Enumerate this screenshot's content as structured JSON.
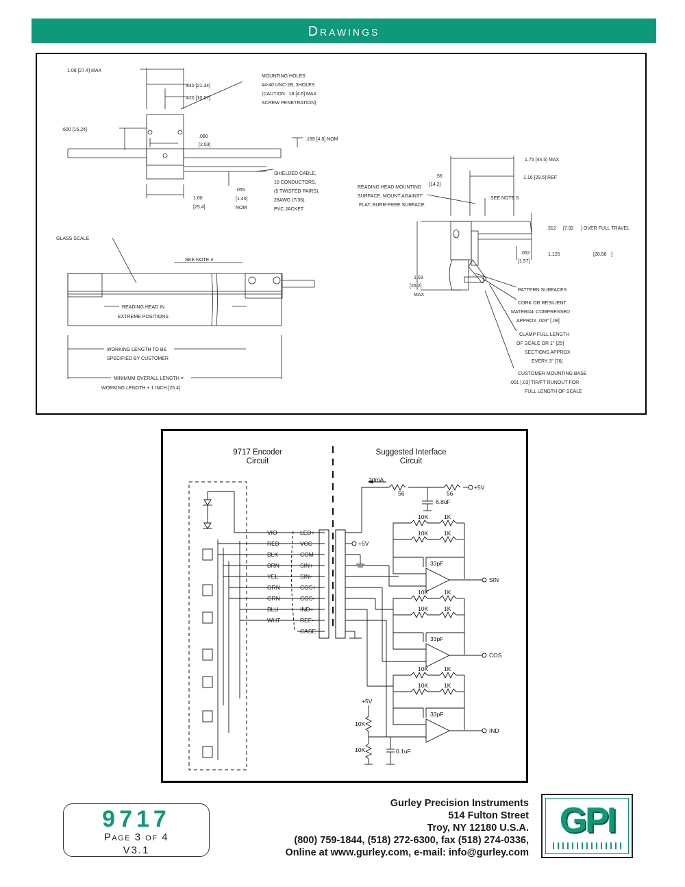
{
  "header": {
    "title": "Drawings"
  },
  "top_drawing": {
    "dim_108": "1.08 [27.4] MAX",
    "dim_840": ".840 [21.34]",
    "dim_420": ".420 [10.67]",
    "mount_1": "MOUNTING HOLES",
    "mount_2": "#4-40 UNC-2B, 3HOLES",
    "mount_3": "(CAUTION: .18 [4.6] MAX",
    "mount_4": "SCREW PENETRATION)",
    "dim_600": ".600 [15.24]",
    "dim_080a": ".080",
    "dim_080b": "[2.03]",
    "dim_189": ".189 [4.8] NOM",
    "cable_1": "SHIELDED CABLE,",
    "cable_2": "10 CONDUCTORS,",
    "cable_3": "(5 TWISTED PAIRS),",
    "cable_4": "28AWG (7/36),",
    "cable_5": "PVC JACKET",
    "dim_055a": ".055",
    "dim_055b": "[1.40]",
    "dim_055c": "NOM",
    "dim_100a": "1.00",
    "dim_100b": "[25.4]",
    "glass_scale": "GLASS SCALE",
    "see_note_4": "SEE NOTE 4",
    "head_1": "READING HEAD IN",
    "head_2": "EXTREME POSITIONS",
    "work_1": "WORKING LENGTH TO BE",
    "work_2": "SPECIFIED BY CUSTOMER",
    "min_1": "MINIMUM OVERALL LENGTH =",
    "min_2": "WORKING LENGTH + 1 INCH [25.4]",
    "dim_175": "1.75 [44.5] MAX",
    "dim_56a": ".56",
    "dim_56b": "[14.2]",
    "dim_116": "1.16 [29.5] REF",
    "mountsurf_1": "READING HEAD MOUNTING",
    "mountsurf_2": "SURFACE. MOUNT AGAINST",
    "mountsurf_3": "FLAT, BURR-FREE SURFACE.",
    "see_note_5": "SEE NOTE 5",
    "dim_312": ".312",
    "dim_312_b": "[7.92",
    "dim_312_c": "] OVER FULL TRAVEL",
    "dim_062a": ".062",
    "dim_062b": "[1.57]",
    "dim_1125": "1.125",
    "dim_1125_b": "[28.58",
    "dim_1125_c": "]",
    "dim_103a": "1.03",
    "dim_103b": "[26.2]",
    "dim_103c": "MAX",
    "pattern": "PATTERN SURFACES",
    "cork_1": "CORK OR RESILIENT",
    "cork_2": "MATERIAL COMPRESSED",
    "cork_3": "APPROX .003\" [.08]",
    "clamp_1": "CLAMP FULL LENGTH",
    "clamp_2": "OF SCALE OR 1\" [25]",
    "clamp_3": "SECTIONS APPROX",
    "clamp_4": "EVERY 3\" [76]",
    "base_1": "CUSTOMER MOUNTING BASE",
    "base_2": ".001 [.03] TIR/FT RUNOUT FOR",
    "base_3": "FULL LENGTH OF SCALE"
  },
  "circuit": {
    "enc_title_1": "9717 Encoder",
    "enc_title_2": "Circuit",
    "int_title_1": "Suggested Interface",
    "int_title_2": "Circuit",
    "wires": [
      "VIO",
      "RED",
      "BLK",
      "BRN",
      "YEL",
      "ORN",
      "GRN",
      "BLU",
      "WHT"
    ],
    "signals": [
      "LED+",
      "VCC",
      "COM",
      "SIN+",
      "SIN-",
      "COS+",
      "COS-",
      "IND+",
      "REF-",
      "CASE"
    ],
    "current": "20mA",
    "r56a": "56",
    "r56b": "56",
    "plus5v_top": "+5V",
    "cap68": "6.8uF",
    "plus5v_mid": "+5V",
    "r10k": "10K",
    "r1k": "1K",
    "cap33": "33pF",
    "out_sin": "SIN",
    "out_cos": "COS",
    "out_ind": "IND",
    "plus5v_div": "+5V",
    "div_10k_1": "10K",
    "div_10k_2": "10K",
    "cap01": "0.1uF"
  },
  "footer": {
    "model": "9717",
    "page": "Page 3 of 4",
    "version": "V3.1",
    "company": "Gurley Precision Instruments",
    "street": "514 Fulton Street",
    "city": "Troy, NY 12180 U.S.A.",
    "phones": "(800) 759-1844, (518) 272-6300, fax (518) 274-0336,",
    "online": "Online at www.gurley.com, e-mail: info@gurley.com",
    "logo_text": "GPI"
  }
}
